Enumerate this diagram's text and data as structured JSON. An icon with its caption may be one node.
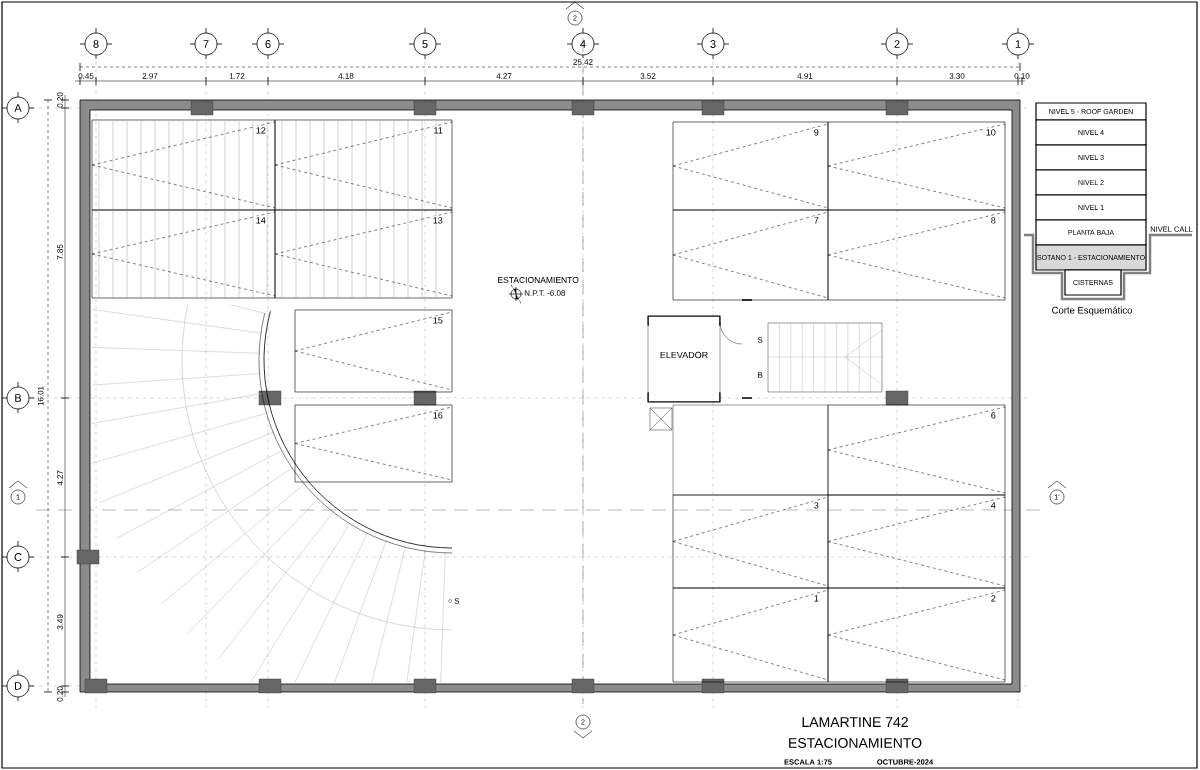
{
  "diagram": {
    "title": "LAMARTINE 742",
    "nodes": [
      {
        "text": [
          "12"
        ]
      },
      {
        "text": [
          "11"
        ]
      },
      {
        "text": [
          "9"
        ]
      },
      {
        "text": [
          "10"
        ]
      },
      {
        "text": [
          "NIVEL 5 - ROOF GARDEN"
        ]
      },
      {
        "text": [
          "NIVEL 4"
        ]
      },
      {
        "text": [
          "NIVEL 3"
        ]
      },
      {
        "text": [
          "NIVEL 2"
        ]
      },
      {
        "text": [
          "NIVEL 1"
        ]
      },
      {
        "text": [
          "14"
        ]
      },
      {
        "text": [
          "13"
        ]
      },
      {
        "text": [
          "7"
        ]
      },
      {
        "text": [
          "8"
        ]
      },
      {
        "text": [
          "PLANTA BAJA"
        ]
      },
      {
        "text": [
          "SOTANO 1 - ESTACIONAMIENTO"
        ]
      },
      {
        "text": [
          "CISTERNAS"
        ]
      },
      {
        "text": [
          "15"
        ]
      },
      {
        "text": [
          "ELEVADOR"
        ]
      },
      {
        "text": [
          "16"
        ]
      },
      {
        "text": [
          "6"
        ]
      },
      {
        "text": [
          "3"
        ]
      },
      {
        "text": [
          "4"
        ]
      },
      {
        "text": [
          "1"
        ]
      },
      {
        "text": [
          "2"
        ]
      }
    ],
    "labels": [
      "8",
      "7",
      "6",
      "5",
      "4",
      "3",
      "2",
      "1",
      "2",
      "25.42",
      "0.45",
      "2.97",
      "1.72",
      "4.18",
      "4.27",
      "3.52",
      "4.91",
      "3.30",
      "0.10",
      "A",
      "0.20",
      "7.85",
      "16.01",
      "B",
      "4.27",
      "1",
      "C",
      "3.49",
      "D",
      "0.20",
      "ESTACIONAMIENTO",
      "N.P.T. -6.08",
      "S",
      "B",
      "1'",
      "S",
      "NIVEL CALL",
      "Corte Esquemático",
      "2",
      "ESTACIONAMIENTO",
      "ESCALA 1:75",
      "OCTUBRE-2024"
    ]
  }
}
